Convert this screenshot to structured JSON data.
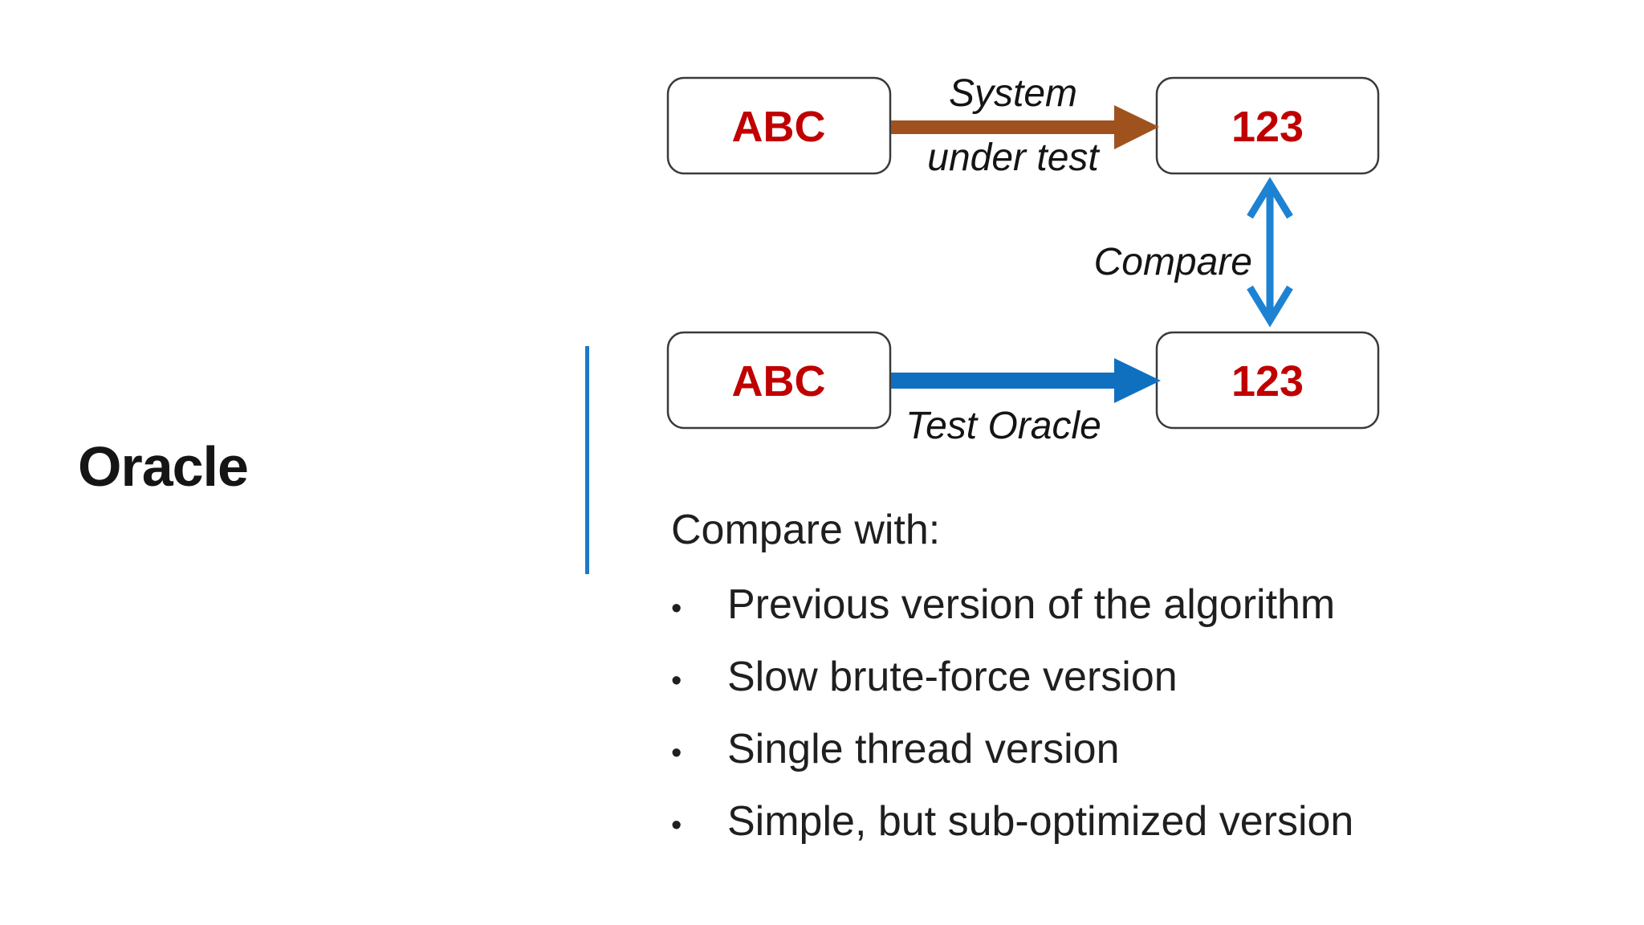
{
  "slide": {
    "title": "Oracle",
    "diagram": {
      "sut_row": {
        "input": "ABC",
        "arrow_label_line1": "System",
        "arrow_label_line2": "under test",
        "output": "123"
      },
      "compare_label": "Compare",
      "oracle_row": {
        "input": "ABC",
        "arrow_label": "Test Oracle",
        "output": "123"
      }
    },
    "body": {
      "intro": "Compare with:",
      "bullet_char": "•",
      "bullets": [
        "Previous version of the algorithm",
        "Slow brute-force version",
        "Single thread version",
        "Simple, but sub-optimized version"
      ]
    },
    "colors": {
      "box_text_red": "#c00000",
      "box_border": "#3a3a3a",
      "arrow_brown": "#a0521e",
      "arrow_blue": "#1070c0",
      "compare_blue": "#1e82d2",
      "accent_line_blue": "#1c79c9",
      "text_black": "#1a1a1a"
    }
  }
}
